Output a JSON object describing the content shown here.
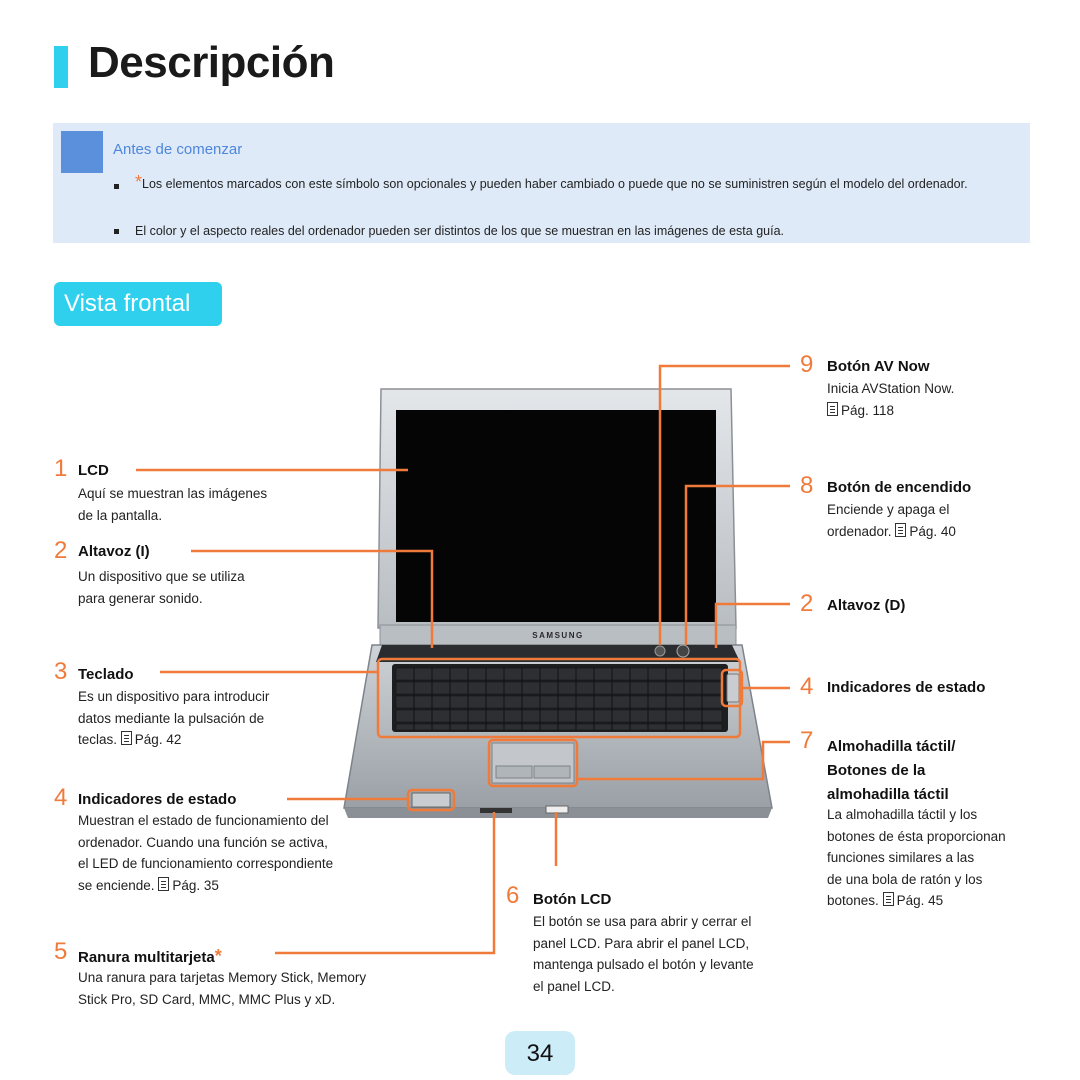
{
  "page": {
    "title": "Descripción",
    "note": {
      "heading": "Antes de comenzar",
      "items": [
        "Los elementos marcados con este símbolo son opcionales y pueden haber cambiado o puede que no se suministren según el modelo del ordenador.",
        "El color y el aspecto reales del ordenador pueden ser distintos de los que se muestran en las imágenes de esta guía."
      ],
      "star": "*"
    },
    "section_title": "Vista frontal",
    "page_number": "34",
    "brand_on_laptop": "SAMSUNG"
  },
  "callouts": {
    "lcd": {
      "num": "1",
      "label": "LCD",
      "lines": [
        "Aquí se muestran las imágenes",
        "de la pantalla."
      ]
    },
    "speaker_left": {
      "num": "2",
      "label": "Altavoz (I)",
      "lines": [
        "Un dispositivo que se utiliza",
        "para generar sonido."
      ]
    },
    "keyboard": {
      "num": "3",
      "label": "Teclado",
      "lines": [
        "Es un dispositivo para introducir",
        "datos mediante la pulsación de",
        "teclas."
      ],
      "ref": "Pág. 42"
    },
    "status_left": {
      "num": "4",
      "label": "Indicadores de estado",
      "lines": [
        "Muestran el estado de funcionamiento del",
        "ordenador. Cuando una función se activa,",
        "el LED de funcionamiento correspondiente",
        "se enciende."
      ],
      "ref": "Pág. 35"
    },
    "card_slot": {
      "num": "5",
      "label": "Ranura multitarjeta",
      "star": "*",
      "lines": [
        "Una ranura para tarjetas Memory Stick, Memory",
        "Stick Pro, SD Card, MMC, MMC Plus y xD."
      ]
    },
    "lcd_button": {
      "num": "6",
      "label": "Botón LCD",
      "lines": [
        "El botón se usa para abrir y cerrar el",
        "panel LCD. Para abrir el panel LCD,",
        "mantenga pulsado el botón y levante",
        "el panel LCD."
      ]
    },
    "touchpad": {
      "num": "7",
      "label_lines": [
        "Almohadilla táctil/",
        "Botones de la",
        "almohadilla táctil"
      ],
      "lines": [
        "La almohadilla táctil y los",
        "botones de ésta proporcionan",
        "funciones similares a las",
        "de una bola de ratón y los",
        "botones."
      ],
      "ref": "Pág. 45"
    },
    "power": {
      "num": "8",
      "label": "Botón de encendido",
      "lines": [
        "Enciende y apaga el",
        "ordenador."
      ],
      "ref": "Pág. 40"
    },
    "av_now": {
      "num": "9",
      "label": "Botón AV Now",
      "lines": [
        "Inicia AVStation Now."
      ],
      "ref": "Pág. 118"
    },
    "speaker_right": {
      "num": "2",
      "label": "Altavoz (D)"
    },
    "status_right": {
      "num": "4",
      "label": "Indicadores de estado"
    }
  },
  "colors": {
    "accent_cyan": "#2fd0ee",
    "callout_orange": "#f07a3a",
    "note_blue": "#5b90dc",
    "note_bg": "#dfeaf8"
  }
}
